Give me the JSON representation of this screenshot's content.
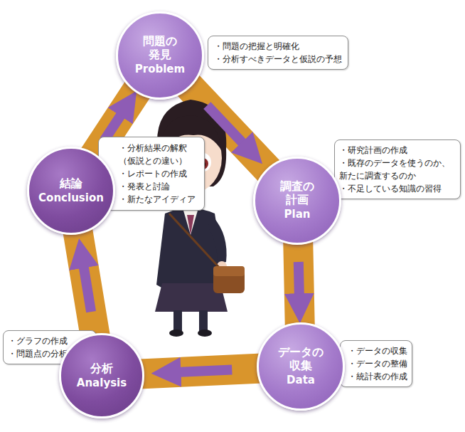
{
  "diagram": {
    "nodes": [
      {
        "text": [
          "問題の 発見",
          "Problem"
        ]
      },
      {
        "text": [
          "・問題の把握と明確化",
          "・分析すべきデータと仮説の予想"
        ]
      },
      {
        "text": [
          "調査の 計画",
          "Plan"
        ]
      },
      {
        "text": [
          "・研究計画の作成",
          "・既存のデータを使うのか、 新たに調査するのか",
          "・不足している知識の習得"
        ]
      },
      {
        "text": [
          "結論",
          "Conclusion"
        ]
      },
      {
        "text": [
          "・分析結果の解釈 （仮説との違い）",
          "・レポートの作成",
          "・発表と討論",
          "・新たなアイディア"
        ]
      },
      {
        "text": [
          "分析",
          "Analysis"
        ]
      },
      {
        "text": [
          "・グラフの作成",
          "・問題点の分析"
        ]
      },
      {
        "text": [
          "データの 収集",
          "Data"
        ]
      },
      {
        "text": [
          "・データの収集",
          "・データの整備",
          "・統計表の作成"
        ]
      }
    ],
    "edges": [
      {
        "from": 0,
        "to": 2,
        "arrow": "to"
      },
      {
        "from": 2,
        "to": 8,
        "arrow": "to"
      },
      {
        "from": 8,
        "to": 6,
        "arrow": "to"
      },
      {
        "from": 6,
        "to": 4,
        "arrow": "to"
      },
      {
        "from": 4,
        "to": 0,
        "arrow": "to"
      }
    ]
  }
}
